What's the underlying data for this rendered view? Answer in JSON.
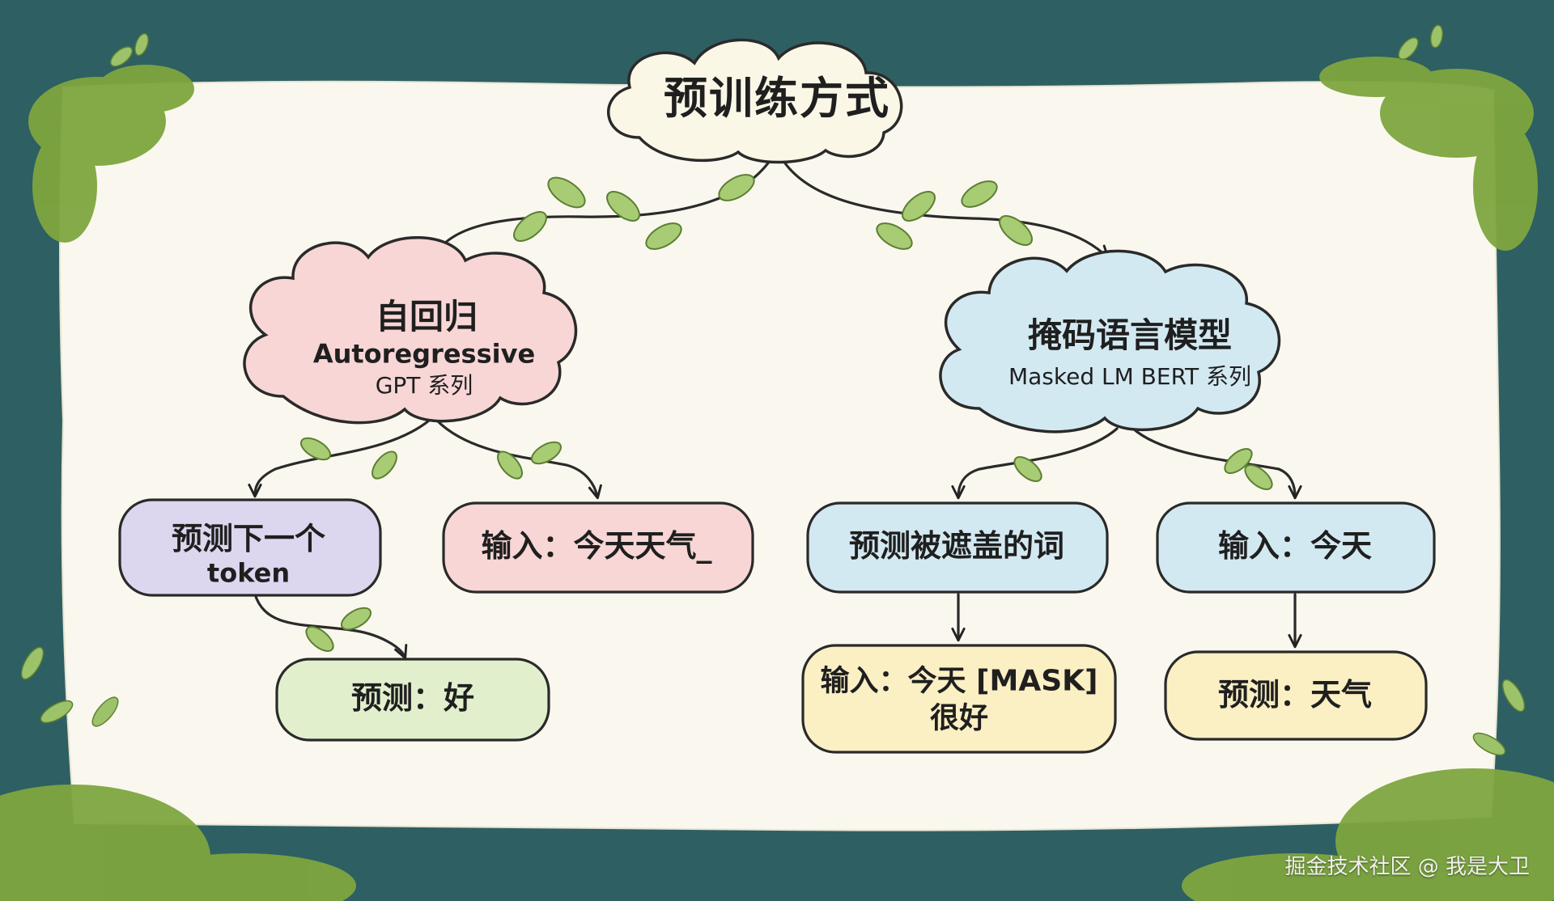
{
  "colors": {
    "background": "#2e5f63",
    "paper": "#faf8ee",
    "leaf": "#9cc36a",
    "moss": "#7ea53f",
    "pink": "#f8d6d6",
    "blue": "#d3e9f2",
    "lavender": "#ddd6ef",
    "green": "#e1efcd",
    "yellow": "#fbefc4"
  },
  "root": {
    "label": "预训练方式"
  },
  "autoregressive": {
    "title": "自回归",
    "subtitle_en": "Autoregressive",
    "subtitle_cn": "GPT 系列",
    "task": {
      "line1": "预测下一个",
      "line2": "token"
    },
    "input": "输入：今天天气_",
    "prediction": "预测：好"
  },
  "masked": {
    "title": "掩码语言模型",
    "subtitle": "Masked LM BERT 系列",
    "task": "预测被遮盖的词",
    "input_short": "输入：今天",
    "input_full": {
      "line1": "输入：今天 [MASK]",
      "line2": "很好"
    },
    "prediction": "预测：天气"
  },
  "watermark": "掘金技术社区 @ 我是大卫"
}
